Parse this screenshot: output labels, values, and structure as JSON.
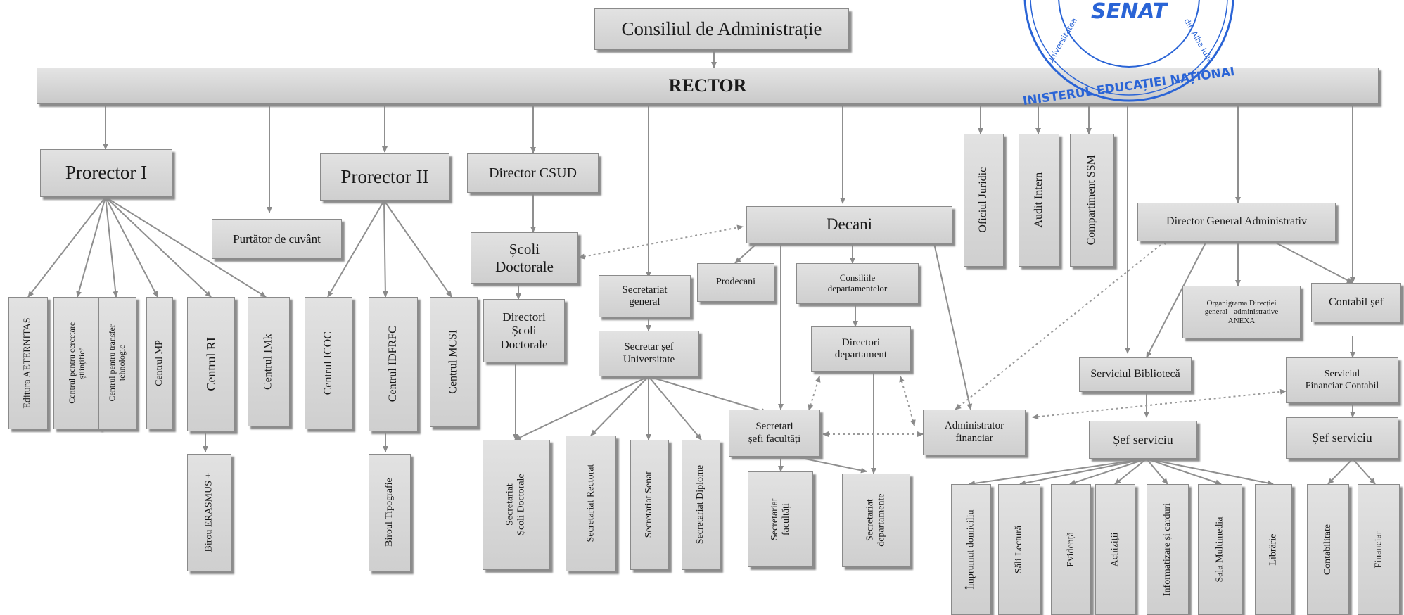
{
  "diagram": {
    "title": "Consiliul de Administrație",
    "rector": "RECTOR",
    "nodes": [
      {
        "id": "consiliu",
        "label": "Consiliul de Administrație"
      },
      {
        "id": "rector",
        "label": "RECTOR"
      },
      {
        "id": "prorector1",
        "label": "Prorector I"
      },
      {
        "id": "purtator",
        "label": "Purtător de cuvânt"
      },
      {
        "id": "prorector2",
        "label": "Prorector II"
      },
      {
        "id": "csud",
        "label": "Director CSUD"
      },
      {
        "id": "scoli",
        "label": "Școli\nDoctorale"
      },
      {
        "id": "dirscoli",
        "label": "Directori\nȘcoli\nDoctorale"
      },
      {
        "id": "secgen",
        "label": "Secretariat\ngeneral"
      },
      {
        "id": "secsef",
        "label": "Secretar șef\nUniversitate"
      },
      {
        "id": "decani",
        "label": "Decani"
      },
      {
        "id": "prodecani",
        "label": "Prodecani"
      },
      {
        "id": "consdep",
        "label": "Consiliile\ndepartamentelor"
      },
      {
        "id": "dirdep",
        "label": "Directori\ndepartament"
      },
      {
        "id": "secfac",
        "label": "Secretari\nșefi facultăți"
      },
      {
        "id": "admfin",
        "label": "Administrator\nfinanciar"
      },
      {
        "id": "juridic",
        "label": "Oficiul Juridic"
      },
      {
        "id": "audit",
        "label": "Audit Intern"
      },
      {
        "id": "ssm",
        "label": "Compartiment SSM"
      },
      {
        "id": "dga",
        "label": "Director General Administrativ"
      },
      {
        "id": "organigrama",
        "label": "Organigrama Direcției\ngeneral - administrative\nANEXA"
      },
      {
        "id": "contabil",
        "label": "Contabil șef"
      },
      {
        "id": "biblioteca",
        "label": "Serviciul Bibliotecă"
      },
      {
        "id": "sfc",
        "label": "Serviciul\nFinanciar Contabil"
      },
      {
        "id": "sefserv1",
        "label": "Șef serviciu"
      },
      {
        "id": "sefserv2",
        "label": "Șef serviciu"
      },
      {
        "id": "aeternitas",
        "label": "Editura AETERNITAS"
      },
      {
        "id": "ccs",
        "label": "Centrul pentru cercetare\nștiințifică"
      },
      {
        "id": "ctt",
        "label": "Centrul pentru transfer\ntehnologic"
      },
      {
        "id": "cmp",
        "label": "Centrul MP"
      },
      {
        "id": "cri",
        "label": "Centrul RI"
      },
      {
        "id": "cmk",
        "label": "Centrul IMk"
      },
      {
        "id": "erasmus",
        "label": "Birou ERASMUS +"
      },
      {
        "id": "icoc",
        "label": "Centrul ICOC"
      },
      {
        "id": "idfrfc",
        "label": "Centrul IDFRFC"
      },
      {
        "id": "mcsi",
        "label": "Centrul MCSI"
      },
      {
        "id": "tipografie",
        "label": "Biroul Tipografie"
      },
      {
        "id": "secscoli",
        "label": "Secretariat\nȘcoli Doctorale"
      },
      {
        "id": "secrect",
        "label": "Secretariat Rectorat"
      },
      {
        "id": "secsenat",
        "label": "Secretariat Senat"
      },
      {
        "id": "secdipl",
        "label": "Secretariat Diplome"
      },
      {
        "id": "secretfac",
        "label": "Secretariat\nfacultăți"
      },
      {
        "id": "secretdep",
        "label": "Secretariat\ndepartamente"
      },
      {
        "id": "imprumut",
        "label": "Împrumut domiciliu"
      },
      {
        "id": "lectura",
        "label": "Săli Lectură"
      },
      {
        "id": "evidenta",
        "label": "Evidență"
      },
      {
        "id": "achizitii",
        "label": "Achiziții"
      },
      {
        "id": "informatizare",
        "label": "Informatizare și carduri"
      },
      {
        "id": "multimedia",
        "label": "Sala Multimedia"
      },
      {
        "id": "librarie",
        "label": "Librărie"
      },
      {
        "id": "contabilitate",
        "label": "Contabilitate"
      },
      {
        "id": "financiar",
        "label": "Financiar"
      }
    ]
  },
  "stamp": {
    "text_top": "SENAT",
    "text_ring": "MINISTERUL EDUCAȚIEI NAȚIONALE",
    "text_side_left": "Universitatea",
    "text_side_right": "din Alba Iulia",
    "color": "#2a64d6"
  },
  "colors": {
    "box_top": "#e2e2e2",
    "box_bottom": "#cfcfcf",
    "line": "#8f8f8f",
    "dotted": "#9a9a9a"
  }
}
